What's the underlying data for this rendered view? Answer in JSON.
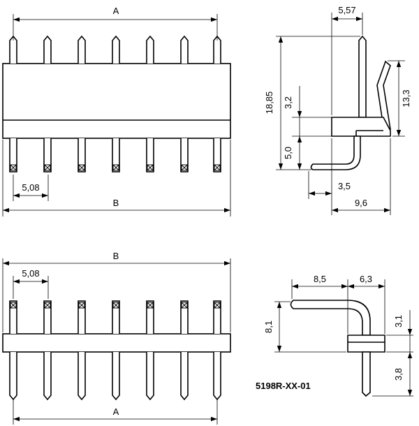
{
  "drawing": {
    "part_number": "5198R-XX-01",
    "top_front_view": {
      "dim_top": "A",
      "dim_pitch": "5,08",
      "dim_bottom": "B"
    },
    "top_side_view": {
      "dim_top": "5,57",
      "dim_height": "18,85",
      "dim_upper": "3,2",
      "dim_lower": "5,0",
      "dim_right": "13,3",
      "dim_offset": "3,5",
      "dim_width": "9,6"
    },
    "bottom_front_view": {
      "dim_top": "B",
      "dim_pitch": "5,08",
      "dim_bottom": "A"
    },
    "bottom_side_view": {
      "dim_left_width": "8,5",
      "dim_right_width": "6,3",
      "dim_height": "8,1",
      "dim_upper": "3,1",
      "dim_lower": "3,8"
    }
  }
}
